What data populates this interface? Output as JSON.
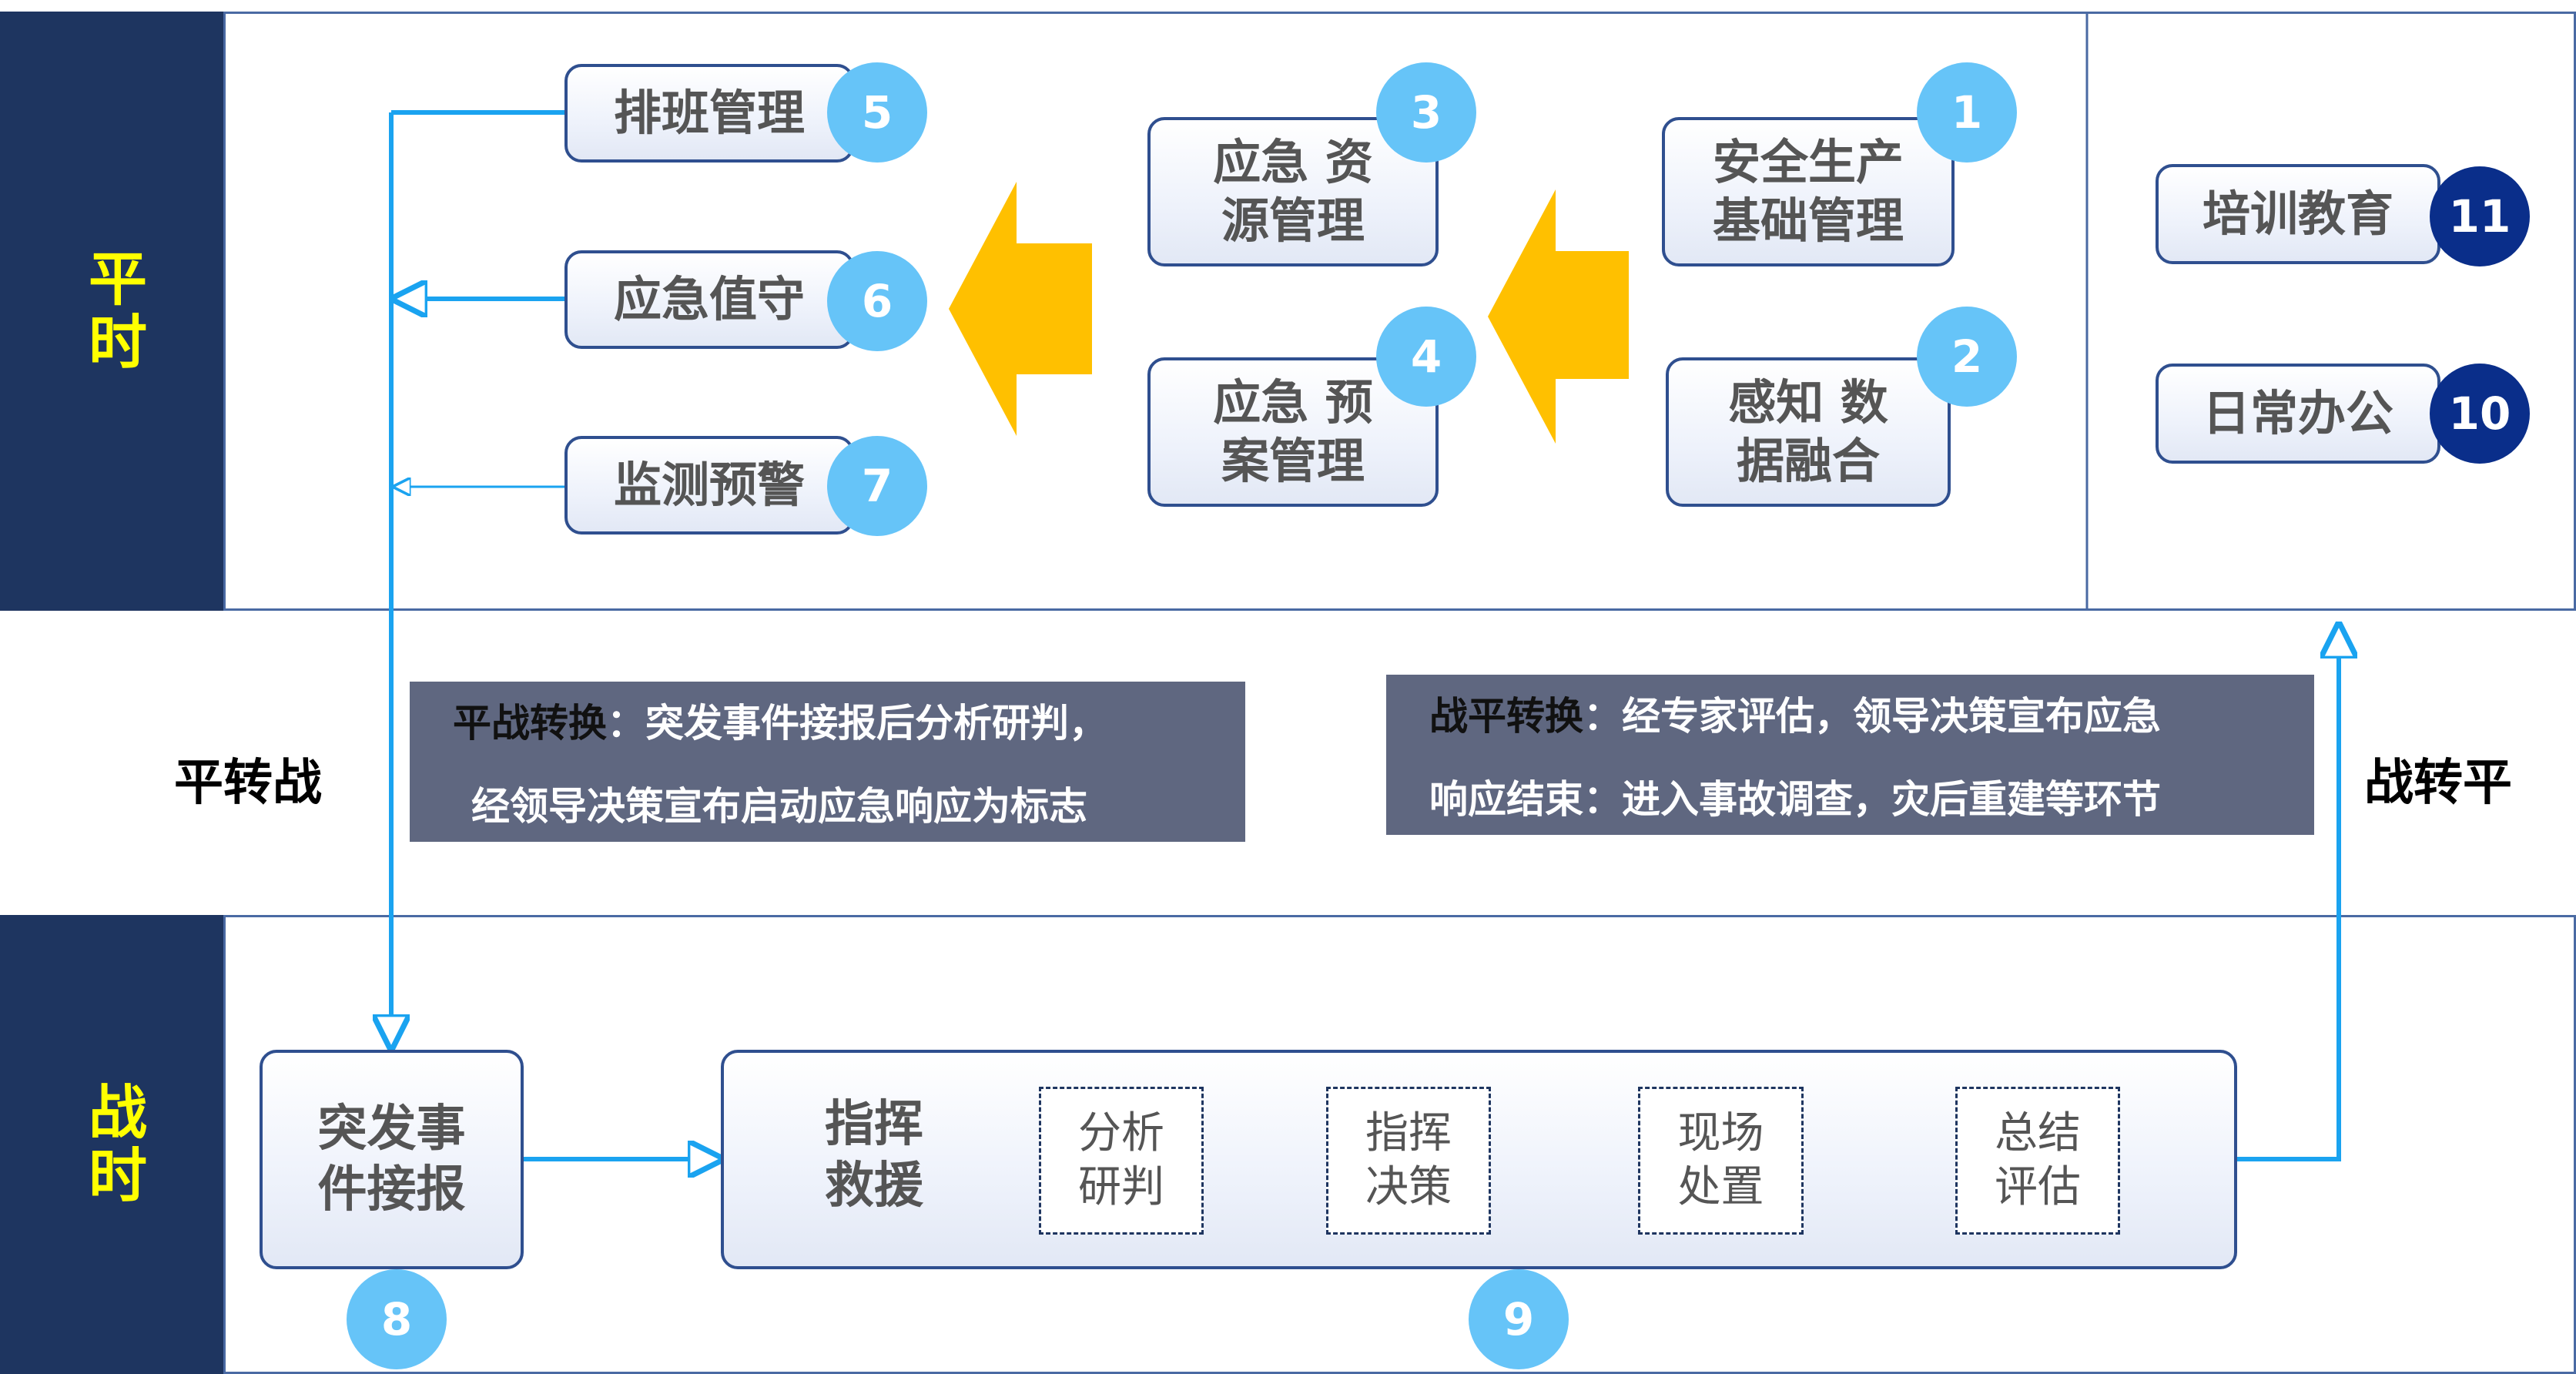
{
  "side_labels": {
    "peacetime": "平时",
    "wartime": "战时"
  },
  "transitions": {
    "to_war": "平转战",
    "to_peace": "战转平"
  },
  "top": {
    "scheduling": {
      "label": "排班管理",
      "num": "5"
    },
    "duty": {
      "label": "应急值守",
      "num": "6"
    },
    "monitoring": {
      "label": "监测预警",
      "num": "7"
    },
    "resources": {
      "label": "应急 资源管理",
      "num": "3"
    },
    "plans": {
      "label": "应急 预案管理",
      "num": "4"
    },
    "safety_basic": {
      "label": "安全生产基础管理",
      "num": "1"
    },
    "data_fusion": {
      "label": "感知 数据融合",
      "num": "2"
    },
    "training": {
      "label": "培训教育",
      "num": "11"
    },
    "office": {
      "label": "日常办公",
      "num": "10"
    }
  },
  "notes": {
    "peace_to_war": {
      "title": "平战转换",
      "line1": "：突发事件接报后分析研判，",
      "line2": "经领导决策宣布启动应急响应为标志"
    },
    "war_to_peace": {
      "title": "战平转换",
      "line1": "：经专家评估，领导决策宣布应急",
      "line2": "响应结束：进入事故调查，灾后重建等环节"
    }
  },
  "bottom": {
    "incident_report": {
      "label": "突发事件接报",
      "num": "8"
    },
    "command_rescue": {
      "label": "指挥救援",
      "num": "9"
    },
    "steps": [
      "分析研判",
      "指挥决策",
      "现场处置",
      "总结评估"
    ]
  },
  "colors": {
    "accent_blue": "#1aa3f0",
    "arrow_yellow": "#ffc000",
    "navy": "#1e3560",
    "yellow_text": "#ffff00"
  }
}
